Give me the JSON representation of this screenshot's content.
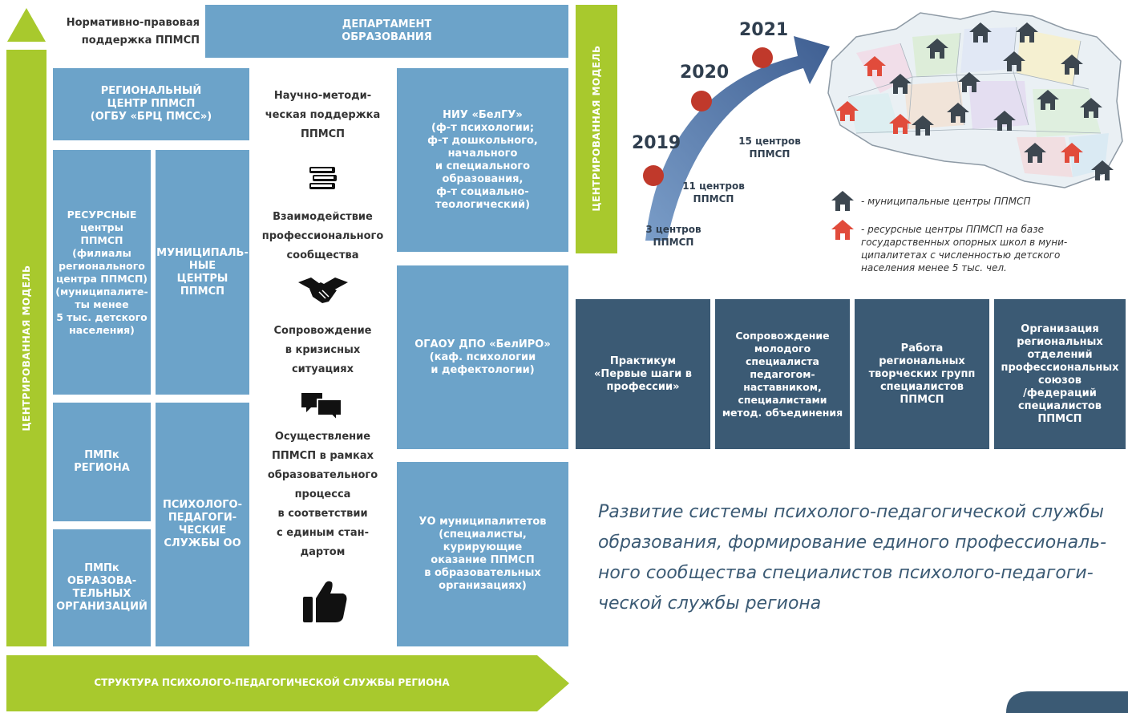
{
  "colors": {
    "blue_box": "#6ca3c9",
    "dark_box": "#3b5a74",
    "green": "#a8c92d",
    "red_dot": "#c0392b",
    "house_dark": "#3d4750",
    "house_red": "#e14b3b"
  },
  "header": {
    "normative": "Нормативно-правовая\nподдержка ППМСП",
    "department": "ДЕПАРТАМЕНТ\nОБРАЗОВАНИЯ"
  },
  "left_bar_label": "ЦЕНТРИРОВАННАЯ МОДЕЛЬ",
  "center_bar_label": "ЦЕНТРИРОВАННАЯ МОДЕЛЬ",
  "bottom_bar_label": "СТРУКТУРА ПСИХОЛОГО-ПЕДАГОГИЧЕСКОЙ СЛУЖБЫ РЕГИОНА",
  "boxes": {
    "regional_center": "РЕГИОНАЛЬНЫЙ\nЦЕНТР ППМСП\n(ОГБУ «БРЦ ПМСС»)",
    "resource_centers": "РЕСУРСНЫЕ\nцентры\nППМСП\n(филиалы\nрегионального\nцентра ППМСП)\n(муниципалите-\nты менее\n5 тыс. детского\nнаселения)",
    "municipal_centers": "МУНИЦИПАЛЬ-\nНЫЕ\nЦЕНТРЫ\nППМСП",
    "pmpk_region": "ПМПк\nРЕГИОНА",
    "pmpk_org": "ПМПк\nОБРАЗОВА-\nТЕЛЬНЫХ\nОРГАНИЗАЦИЙ",
    "psych_services": "ПСИХОЛОГО-\nПЕДАГОГИ-\nЧЕСКИЕ\nСЛУЖБЫ ОО",
    "niu": "НИУ «БелГУ»\n(ф-т психологии;\nф-т дошкольного,\nначального\nи специального\nобразования,\nф-т социально-\nтеологический)",
    "ogaou": "ОГАОУ ДПО «БелИРО»\n(каф. психологии\nи дефектологии)",
    "uo": "УО муниципалитетов\n(специалисты,\nкурирующие\nоказание ППМСП\nв образовательных\nорганизациях)"
  },
  "middle": {
    "support": "Научно-методи-\nческая поддержка\nППМСП",
    "interaction": "Взаимодействие\nпрофессионального\nсообщества",
    "crisis": "Сопровождение\nв кризисных\nситуациях",
    "implementation": "Осуществление\nППМСП в рамках\nобразовательного\nпроцесса\nв соответствии\nс единым стан-\nдартом",
    "icons": [
      "books-icon",
      "handshake-icon",
      "chat-icon",
      "thumbs-up-icon"
    ]
  },
  "timeline": {
    "years": [
      "2019",
      "2020",
      "2021"
    ],
    "counts": [
      "3 центров\nППМСП",
      "11 центров\nППМСП",
      "15 центров\nППМСП"
    ]
  },
  "legend": {
    "municipal": "- муниципальные центры ППМСП",
    "resource": "- ресурсные центры ППМСП на базе\nгосударственных опорных школ в муни-\nципалитетах с численностью детского\nнаселения менее 5 тыс. чел."
  },
  "activities": [
    "Практикум\n«Первые шаги в\nпрофессии»",
    "Сопровождение\nмолодого\nспециалиста\nпедагогом-\nнаставником,\nспециалистами\nметод. объединения",
    "Работа\nрегиональных\nтворческих групп\nспециалистов\nППМСП",
    "Организация\nрегиональных\nотделений\nпрофессиональных\nсоюзов\n/федераций\nспециалистов\nППМСП"
  ],
  "slogan": "Развитие системы психолого-педагогической службы\nобразования, формирование единого профессиональ-\nного сообщества специалистов психолого-педагоги-\nческой службы региона"
}
